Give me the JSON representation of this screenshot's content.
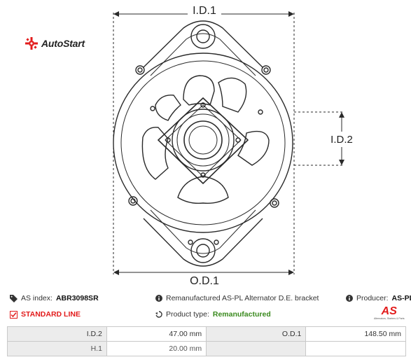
{
  "drawing": {
    "dim_top_label": "I.D.1",
    "dim_right_label": "I.D.2",
    "dim_bottom_label": "O.D.1"
  },
  "brand": {
    "name": "AutoStart",
    "accent_color": "#e21b1b"
  },
  "info": {
    "as_index_label": "AS index:",
    "as_index_value": "ABR3098SR",
    "description": "Remanufactured AS-PL Alternator D.E. bracket",
    "producer_label": "Producer:",
    "producer_value": "AS-PL",
    "standard_line": "STANDARD LINE",
    "product_type_label": "Product type:",
    "product_type_value": "Remanufactured",
    "producer_logo_text": "AS",
    "producer_logo_subtext": "Alternators, Starters & Parts"
  },
  "specs": {
    "rows": [
      {
        "label1": "I.D.2",
        "value1": "47.00 mm",
        "label2": "O.D.1",
        "value2": "148.50 mm"
      },
      {
        "label1": "H.1",
        "value1": "20.00 mm",
        "label2": "",
        "value2": ""
      }
    ]
  }
}
